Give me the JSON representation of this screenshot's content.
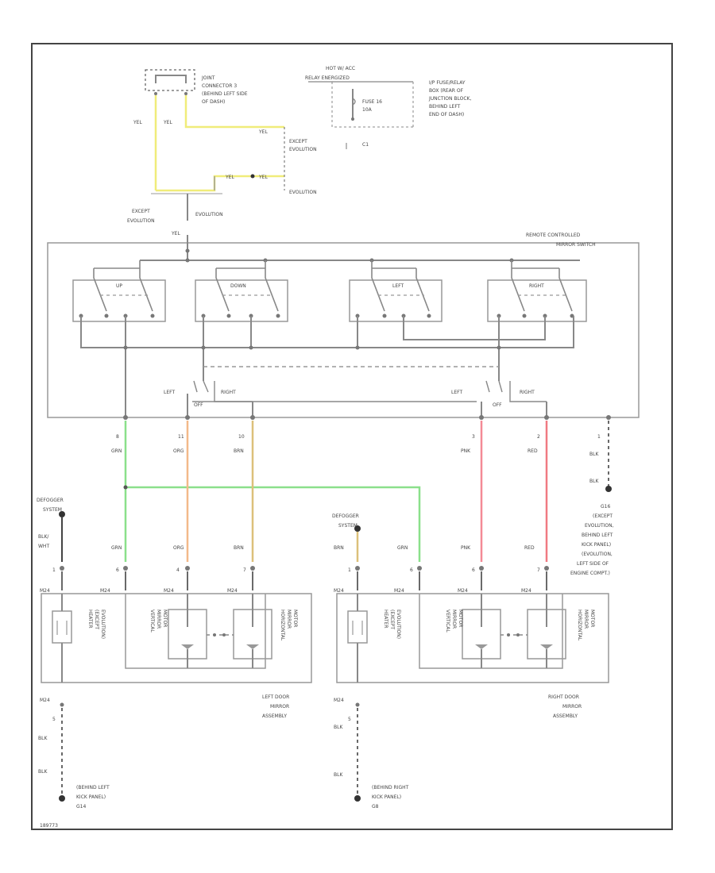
{
  "colors": {
    "yel": "#f0ec7a",
    "grn": "#8be08b",
    "org": "#f3b98a",
    "brn": "#dcc07a",
    "pnk": "#f48a96",
    "red": "#f07a82",
    "line": "#888888"
  },
  "fuse_block": {
    "title": "HOT W/ ACC",
    "relay": "RELAY ENERGIZED",
    "fuse": "FUSE 16",
    "amps": "10A",
    "location": [
      "I/P FUSE/RELAY",
      "BOX (REAR OF",
      "JUNCTION BLOCK,",
      "BEHIND LEFT",
      "END OF DASH)"
    ],
    "conn": "C1"
  },
  "joint_connector": [
    "JOINT",
    "CONNECTOR 3",
    "(BEHIND LEFT SIDE",
    "OF DASH)"
  ],
  "yel_labels": {
    "a": "YEL",
    "b": "YEL",
    "c": "YEL",
    "d": "YEL",
    "e": "YEL",
    "f": "YEL"
  },
  "evolution_labels": {
    "except1": "EXCEPT",
    "except1b": "EVOLUTION",
    "evo1": "EVOLUTION",
    "except2": "EXCEPT",
    "except2b": "EVOLUTION",
    "evo2": "EVOLUTION"
  },
  "switch": {
    "title": [
      "REMOTE CONTROLLED",
      "MIRROR SWITCH"
    ],
    "keys": [
      "UP",
      "DOWN",
      "LEFT",
      "RIGHT"
    ],
    "selector_left": "LEFT",
    "selector_right_a": "RIGHT",
    "selector_off_a": "OFF",
    "selector_left_b": "LEFT",
    "selector_off_b": "OFF",
    "selector_right_b": "RIGHT"
  },
  "wires_top": [
    {
      "pin": "8",
      "color": "GRN"
    },
    {
      "pin": "11",
      "color": "ORG"
    },
    {
      "pin": "10",
      "color": "BRN"
    },
    {
      "pin": "3",
      "color": "PNK"
    },
    {
      "pin": "2",
      "color": "RED"
    },
    {
      "pin": "1",
      "color": "BLK"
    }
  ],
  "ground_right": {
    "wire2": "BLK",
    "label": [
      "G16",
      "(EXCEPT",
      "EVOLUTION,",
      "BEHIND LEFT",
      "KICK PANEL)",
      "(EVOLUTION,",
      "LEFT SIDE OF",
      "ENGINE COMPT.)"
    ]
  },
  "defogger_left": [
    "DEFOGGER",
    "SYSTEM"
  ],
  "defogger_right": [
    "DEFOGGER",
    "SYSTEM"
  ],
  "left_mirror": {
    "wire_top": "BLK/",
    "wire_top2": "WHT",
    "wires": [
      {
        "pin": "1",
        "color": "BRN"
      },
      {
        "pin": "6",
        "color": "GRN"
      },
      {
        "pin": "4",
        "color": "ORG"
      },
      {
        "pin": "7",
        "color": "BRN"
      }
    ],
    "conn": "M24",
    "labels": [
      "HEATER",
      "(EXCEPT",
      "EVOLUTION)"
    ],
    "vmotor": [
      "VERTICAL",
      "MIRROR",
      "MOTOR"
    ],
    "hmotor": [
      "HORIZONTAL",
      "MIRROR",
      "MOTOR"
    ],
    "name": [
      "LEFT DOOR",
      "MIRROR",
      "ASSEMBLY"
    ],
    "gnd_conn": "M24",
    "gnd_pin": "5",
    "gnd_wire": "BLK",
    "gnd_wire2": "BLK",
    "gnd_label": [
      "(BEHIND LEFT",
      "KICK PANEL)",
      "G14"
    ]
  },
  "right_mirror": {
    "wires": [
      {
        "pin": "1",
        "color": "BRN"
      },
      {
        "pin": "6",
        "color": "GRN"
      },
      {
        "pin": "6",
        "color": "PNK"
      },
      {
        "pin": "7",
        "color": "RED"
      }
    ],
    "conn": "M24",
    "labels": [
      "HEATER",
      "(EXCEPT",
      "EVOLUTION)"
    ],
    "vmotor": [
      "VERTICAL",
      "MIRROR",
      "MOTOR"
    ],
    "hmotor": [
      "HORIZONTAL",
      "MIRROR",
      "MOTOR"
    ],
    "name": [
      "RIGHT DOOR",
      "MIRROR",
      "ASSEMBLY"
    ],
    "gnd_conn": "M24",
    "gnd_pin": "5",
    "gnd_wire": "BLK",
    "gnd_wire2": "BLK",
    "gnd_label": [
      "(BEHIND RIGHT",
      "KICK PANEL)",
      "G8"
    ]
  },
  "footer_code": "189773"
}
